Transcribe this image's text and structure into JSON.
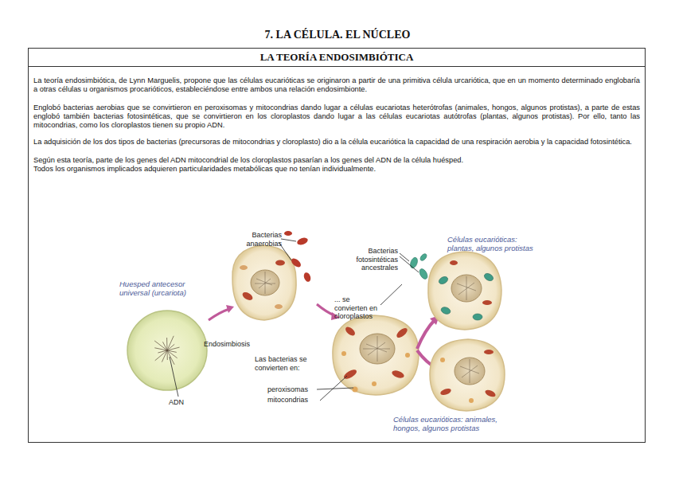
{
  "diagram": {
    "title": "7. LA CÉLULA. EL NÚCLEO",
    "nodes": [
      {
        "text": [
          "LA TEORÍA ENDOSIMBIÓTICA",
          "La teoría endosimbiótica, de Lynn Marguelis, propone que las células eucarióticas se originaron a partir de una primitiva célula urcariótica, que en un momento determinado englobaría a otras células u organismos procarióticos, estableciéndose entre ambos una relación endosimbionte.",
          "Englobó bacterias aerobias que se convirtieron en peroxisomas y mitocondrias dando lugar a células eucariotas heterótrofas (animales, hongos, algunos protistas), a parte de estas englobó también bacterias fotosintéticas, que se convirtieron en los cloroplastos dando lugar a las células eucariotas autótrofas (plantas, algunos protistas). Por ello, tanto las mitocondrias, como los cloroplastos tienen su propio ADN.",
          "La adquisición de los dos tipos de bacterias (precursoras de mitocondrias y cloroplasto) dio a la célula eucariótica la capacidad de una respiración aerobia y la capacidad fotosintética.",
          "Según esta teoría, parte de los genes del ADN mitocondrial de los cloroplastos pasarían a los genes del ADN de la célula huésped.",
          "Todos los organismos implicados adquieren particularidades metabólicas que no tenían individualmente."
        ]
      }
    ],
    "labels": [
      "Bacterias anaerobias",
      "Huesped antecesor universal (urcariota)",
      "Endosimbiosis",
      "ADN",
      "Bacterias fotosintéticas ancestrales",
      "... se convierten en cloroplastos",
      "Células eucarióticas: plantas, algunos protistas",
      "Las bacterias se convierten en:",
      "peroxisomas",
      "mitocondrias",
      "Células eucarióticas: animales, hongos, algunos protistas"
    ]
  }
}
